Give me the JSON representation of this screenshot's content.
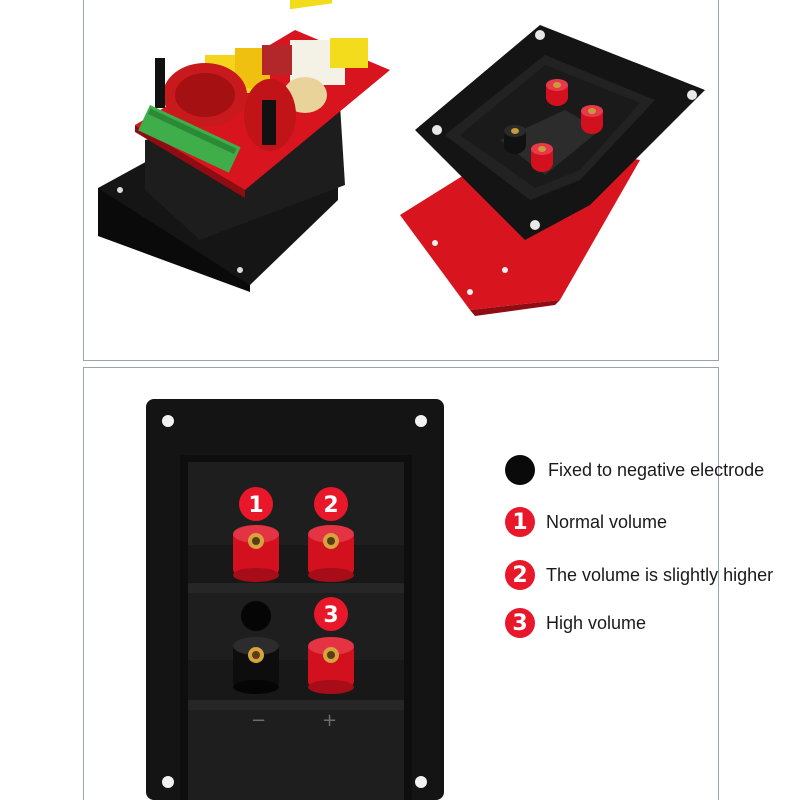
{
  "legend": {
    "items": [
      {
        "marker": "",
        "text": "Fixed to negative electrode"
      },
      {
        "marker": "1",
        "text": "Normal volume"
      },
      {
        "marker": "2",
        "text": "The volume is slightly higher"
      },
      {
        "marker": "3",
        "text": "High volume"
      }
    ]
  },
  "terminal_numbers": [
    "1",
    "2",
    "3"
  ],
  "polarity": {
    "minus": "−",
    "plus": "+"
  },
  "colors": {
    "marker_red": "#e8182a",
    "pcb_red": "#d8141e",
    "plate_black": "#141414"
  }
}
